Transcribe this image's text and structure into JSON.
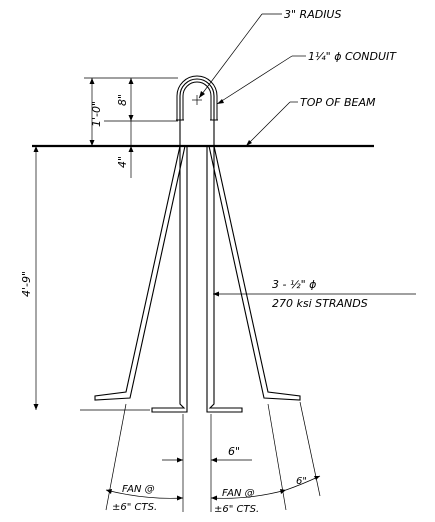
{
  "callouts": {
    "radius": "3\" RADIUS",
    "conduit": "1¼\" ϕ CONDUIT",
    "top_of_beam": "TOP OF BEAM",
    "strands_line1": "3 - ½\" ϕ",
    "strands_line2": "270 ksi STRANDS"
  },
  "dimensions": {
    "one_foot": "1'-0\"",
    "eight_in": "8\"",
    "four_in": "4\"",
    "four_nine": "4'-9\"",
    "six_in_center": "6\"",
    "six_in_right": "6\""
  },
  "fan": {
    "left_line1": "FAN @",
    "left_line2": "±6\" CTS.",
    "right_line1": "FAN @",
    "right_line2": "±6\" CTS."
  }
}
